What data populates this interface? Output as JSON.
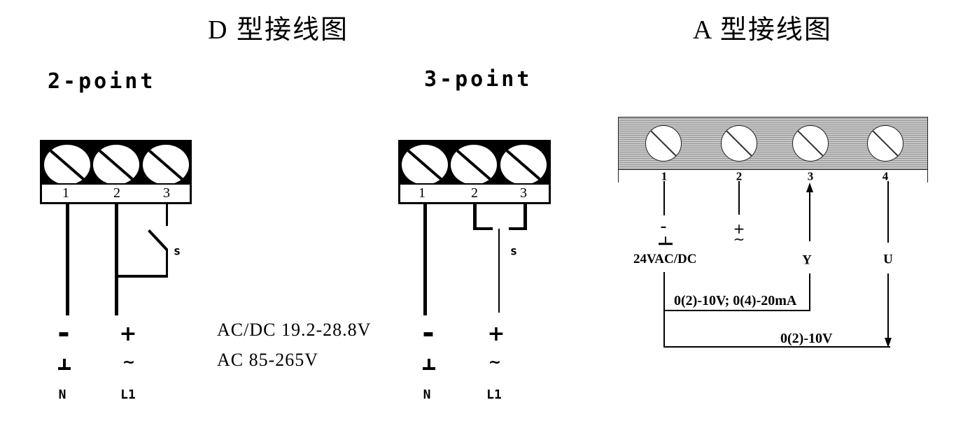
{
  "d_type": {
    "title": "D 型接线图",
    "two_point": {
      "label": "2-point",
      "terminals": [
        "1",
        "2",
        "3"
      ],
      "switch_label": "s",
      "polarity_minus": "-",
      "polarity_plus": "+",
      "ac_tilde": "~",
      "neutral_label": "N",
      "line_label": "L1"
    },
    "three_point": {
      "label": "3-point",
      "terminals": [
        "1",
        "2",
        "3"
      ],
      "switch_label": "s",
      "polarity_minus": "-",
      "polarity_plus": "+",
      "ac_tilde": "~",
      "neutral_label": "N",
      "line_label": "L1"
    },
    "rating_line1": "AC/DC 19.2-28.8V",
    "rating_line2": "AC 85-265V"
  },
  "a_type": {
    "title": "A 型接线图",
    "terminals": [
      "1",
      "2",
      "3",
      "4"
    ],
    "polarity_minus": "-",
    "polarity_plus": "+",
    "ac_tilde": "~",
    "supply_label": "24VAC/DC",
    "y_label": "Y",
    "u_label": "U",
    "y_signal": "0(2)-10V; 0(4)-20mA",
    "u_signal": "0(2)-10V"
  },
  "colors": {
    "line": "#000000",
    "d_block_fill": "#000000",
    "a_block_fill": "#c6c6c6",
    "background": "#ffffff"
  }
}
